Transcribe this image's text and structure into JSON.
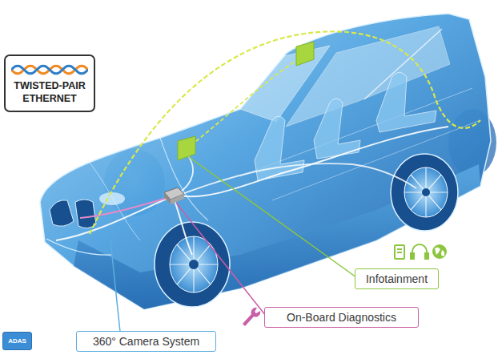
{
  "diagram": {
    "nodes": [
      {
        "text": [
          "TWISTED-PAIR ETHERNET"
        ]
      },
      {
        "text": [
          "Infotainment"
        ]
      },
      {
        "text": [
          "On-Board Diagnostics"
        ]
      },
      {
        "text": [
          "ADAS"
        ]
      },
      {
        "text": [
          "360° Camera System"
        ]
      }
    ]
  }
}
